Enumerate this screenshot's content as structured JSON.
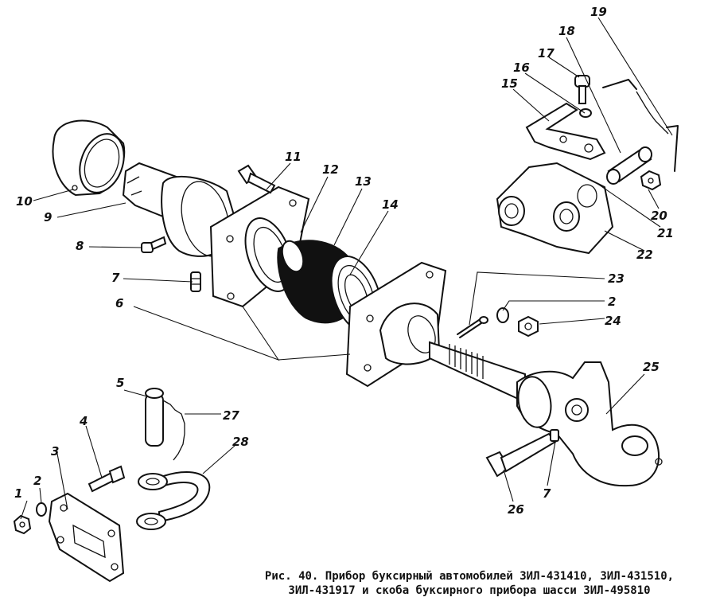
{
  "figure": {
    "caption_line1": "Рис. 40. Прибор буксирный автомобилей ЗИЛ-431410, ЗИЛ-431510,",
    "caption_line2": "ЗИЛ-431917 и скоба буксирного прибора шасси ЗИЛ-495810",
    "part_numbers": [
      "1",
      "2",
      "3",
      "4",
      "5",
      "6",
      "7",
      "8",
      "9",
      "10",
      "11",
      "12",
      "13",
      "14",
      "15",
      "16",
      "17",
      "18",
      "19",
      "20",
      "21",
      "22",
      "23",
      "2",
      "24",
      "25",
      "26",
      "7",
      "27",
      "28"
    ]
  }
}
